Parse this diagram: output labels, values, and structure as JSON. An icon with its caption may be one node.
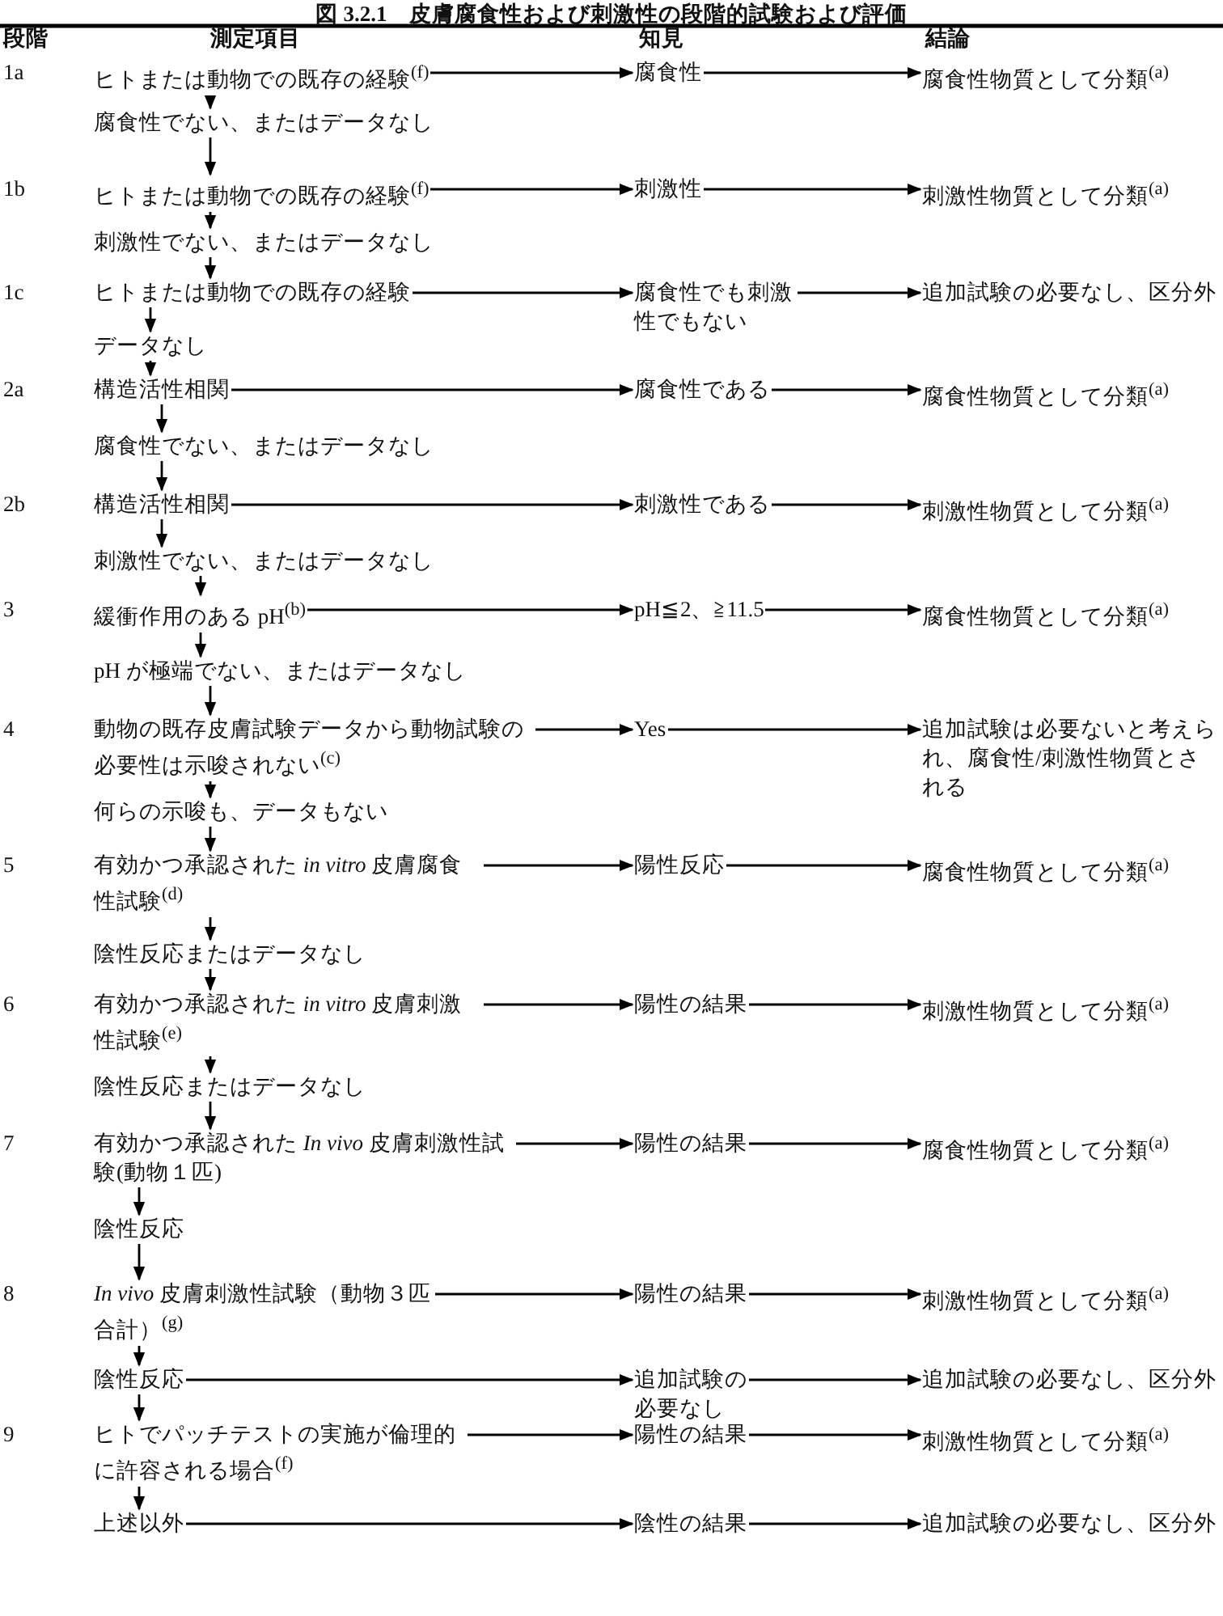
{
  "diagram": {
    "title": "図 3.2.1　皮膚腐食性および刺激性の段階的試験および評価",
    "nodes": [
      {
        "text": [
          "ヒトまたは動物での既存の経験$^{(f)}$"
        ]
      },
      {
        "text": [
          "腐食性"
        ]
      },
      {
        "text": [
          "腐食性物質として分類$^{(a)}$"
        ]
      },
      {
        "text": [
          "腐食性でない、またはデータなし"
        ]
      },
      {
        "text": [
          "ヒトまたは動物での既存の経験$^{(f)}$"
        ]
      },
      {
        "text": [
          "刺激性"
        ]
      },
      {
        "text": [
          "刺激性物質として分類$^{(a)}$"
        ]
      },
      {
        "text": [
          "刺激性でない、またはデータなし"
        ]
      },
      {
        "text": [
          "ヒトまたは動物での既存の経験"
        ]
      },
      {
        "text": [
          "腐食性でも刺激性でもない"
        ]
      },
      {
        "text": [
          "追加試験の必要なし、区分外"
        ]
      },
      {
        "text": [
          "データなし"
        ]
      },
      {
        "text": [
          "構造活性相関"
        ]
      },
      {
        "text": [
          "腐食性である"
        ]
      },
      {
        "text": [
          "腐食性物質として分類$^{(a)}$"
        ]
      },
      {
        "text": [
          "腐食性でない、またはデータなし"
        ]
      },
      {
        "text": [
          "構造活性相関"
        ]
      },
      {
        "text": [
          "刺激性である"
        ]
      },
      {
        "text": [
          "刺激性物質として分類$^{(a)}$"
        ]
      },
      {
        "text": [
          "刺激性でない、またはデータなし"
        ]
      },
      {
        "text": [
          "緩衝作用のある pH$^{(b)}$"
        ]
      },
      {
        "text": [
          "pH≦2、≧11.5"
        ]
      },
      {
        "text": [
          "腐食性物質として分類$^{(a)}$"
        ]
      },
      {
        "text": [
          "pH が極端でない、またはデータなし"
        ]
      },
      {
        "text": [
          "動物の既存皮膚試験データから動物試験の必要性は示唆されない$^{(c)}$"
        ]
      },
      {
        "text": [
          "Yes"
        ]
      },
      {
        "text": [
          "追加試験は必要ないと考えられ、腐食性/刺激性物質とされる"
        ]
      },
      {
        "text": [
          "何らの示唆も、データもない"
        ]
      },
      {
        "text": [
          "有効かつ承認された *in vitro* 皮膚腐食性試験$^{(d)}$"
        ]
      },
      {
        "text": [
          "陽性反応"
        ]
      },
      {
        "text": [
          "腐食性物質として分類$^{(a)}$"
        ]
      },
      {
        "text": [
          "陰性反応またはデータなし"
        ]
      },
      {
        "text": [
          "有効かつ承認された *in vitro* 皮膚刺激性試験$^{(e)}$"
        ]
      },
      {
        "text": [
          "陽性の結果"
        ]
      },
      {
        "text": [
          "刺激性物質として分類$^{(a)}$"
        ]
      },
      {
        "text": [
          "陰性反応またはデータなし"
        ]
      },
      {
        "text": [
          "有効かつ承認された *In vivo* 皮膚刺激性試験(動物１匹)"
        ]
      },
      {
        "text": [
          "陽性の結果"
        ]
      },
      {
        "text": [
          "腐食性物質として分類$^{(a)}$"
        ]
      },
      {
        "text": [
          "陰性反応"
        ]
      },
      {
        "text": [
          "*In vivo* 皮膚刺激性試験（動物３匹合計）$^{(g)}$"
        ]
      },
      {
        "text": [
          "陽性の結果"
        ]
      },
      {
        "text": [
          "刺激性物質として分類$^{(a)}$"
        ]
      },
      {
        "text": [
          "陰性反応"
        ]
      },
      {
        "text": [
          "追加試験の必要なし"
        ]
      },
      {
        "text": [
          "追加試験の必要なし、区分外"
        ]
      },
      {
        "text": [
          "ヒトでパッチテストの実施が倫理的に許容される場合$^{(f)}$"
        ]
      },
      {
        "text": [
          "陽性の結果"
        ]
      },
      {
        "text": [
          "刺激性物質として分類$^{(a)}$"
        ]
      },
      {
        "text": [
          "上述以外"
        ]
      },
      {
        "text": [
          "陰性の結果"
        ]
      },
      {
        "text": [
          "追加試験の必要なし、区分外"
        ]
      }
    ],
    "edges": [
      {
        "from": 0,
        "to": 1,
        "arrow": "to"
      },
      {
        "from": 1,
        "to": 2,
        "arrow": "to"
      },
      {
        "from": 0,
        "to": 3,
        "arrow": "to"
      },
      {
        "from": 3,
        "to": 4,
        "arrow": "to"
      },
      {
        "from": 4,
        "to": 5,
        "arrow": "to"
      },
      {
        "from": 5,
        "to": 6,
        "arrow": "to"
      },
      {
        "from": 4,
        "to": 7,
        "arrow": "to"
      },
      {
        "from": 7,
        "to": 8,
        "arrow": "to"
      },
      {
        "from": 8,
        "to": 9,
        "arrow": "to"
      },
      {
        "from": 9,
        "to": 10,
        "arrow": "to"
      },
      {
        "from": 8,
        "to": 11,
        "arrow": "to"
      },
      {
        "from": 11,
        "to": 12,
        "arrow": "to"
      },
      {
        "from": 12,
        "to": 13,
        "arrow": "to"
      },
      {
        "from": 13,
        "to": 14,
        "arrow": "to"
      },
      {
        "from": 12,
        "to": 15,
        "arrow": "to"
      },
      {
        "from": 15,
        "to": 16,
        "arrow": "to"
      },
      {
        "from": 16,
        "to": 17,
        "arrow": "to"
      },
      {
        "from": 17,
        "to": 18,
        "arrow": "to"
      },
      {
        "from": 16,
        "to": 19,
        "arrow": "to"
      },
      {
        "from": 19,
        "to": 20,
        "arrow": "to"
      },
      {
        "from": 20,
        "to": 21,
        "arrow": "to"
      },
      {
        "from": 21,
        "to": 22,
        "arrow": "to"
      },
      {
        "from": 20,
        "to": 23,
        "arrow": "to"
      },
      {
        "from": 23,
        "to": 24,
        "arrow": "to"
      },
      {
        "from": 24,
        "to": 25,
        "arrow": "to"
      },
      {
        "from": 25,
        "to": 26,
        "arrow": "to"
      },
      {
        "from": 24,
        "to": 27,
        "arrow": "to"
      },
      {
        "from": 27,
        "to": 28,
        "arrow": "to"
      },
      {
        "from": 28,
        "to": 29,
        "arrow": "to"
      },
      {
        "from": 29,
        "to": 30,
        "arrow": "to"
      },
      {
        "from": 28,
        "to": 31,
        "arrow": "to"
      },
      {
        "from": 31,
        "to": 32,
        "arrow": "to"
      },
      {
        "from": 32,
        "to": 33,
        "arrow": "to"
      },
      {
        "from": 33,
        "to": 34,
        "arrow": "to"
      },
      {
        "from": 32,
        "to": 35,
        "arrow": "to"
      },
      {
        "from": 35,
        "to": 36,
        "arrow": "to"
      },
      {
        "from": 36,
        "to": 37,
        "arrow": "to"
      },
      {
        "from": 37,
        "to": 38,
        "arrow": "to"
      },
      {
        "from": 36,
        "to": 39,
        "arrow": "to"
      },
      {
        "from": 39,
        "to": 40,
        "arrow": "to"
      },
      {
        "from": 40,
        "to": 41,
        "arrow": "to"
      },
      {
        "from": 41,
        "to": 42,
        "arrow": "to"
      },
      {
        "from": 40,
        "to": 43,
        "arrow": "to"
      },
      {
        "from": 43,
        "to": 44,
        "arrow": "to"
      },
      {
        "from": 44,
        "to": 45,
        "arrow": "to"
      },
      {
        "from": 43,
        "to": 46,
        "arrow": "to"
      },
      {
        "from": 46,
        "to": 47,
        "arrow": "to"
      },
      {
        "from": 47,
        "to": 48,
        "arrow": "to"
      },
      {
        "from": 46,
        "to": 49,
        "arrow": "to"
      },
      {
        "from": 49,
        "to": 50,
        "arrow": "to"
      },
      {
        "from": 50,
        "to": 51,
        "arrow": "to"
      }
    ],
    "labels": [
      "段階",
      "測定項目",
      "知見",
      "結論",
      "1a",
      "1b",
      "1c",
      "2a",
      "2b",
      "3",
      "4",
      "5",
      "6",
      "7",
      "8",
      "9"
    ]
  }
}
